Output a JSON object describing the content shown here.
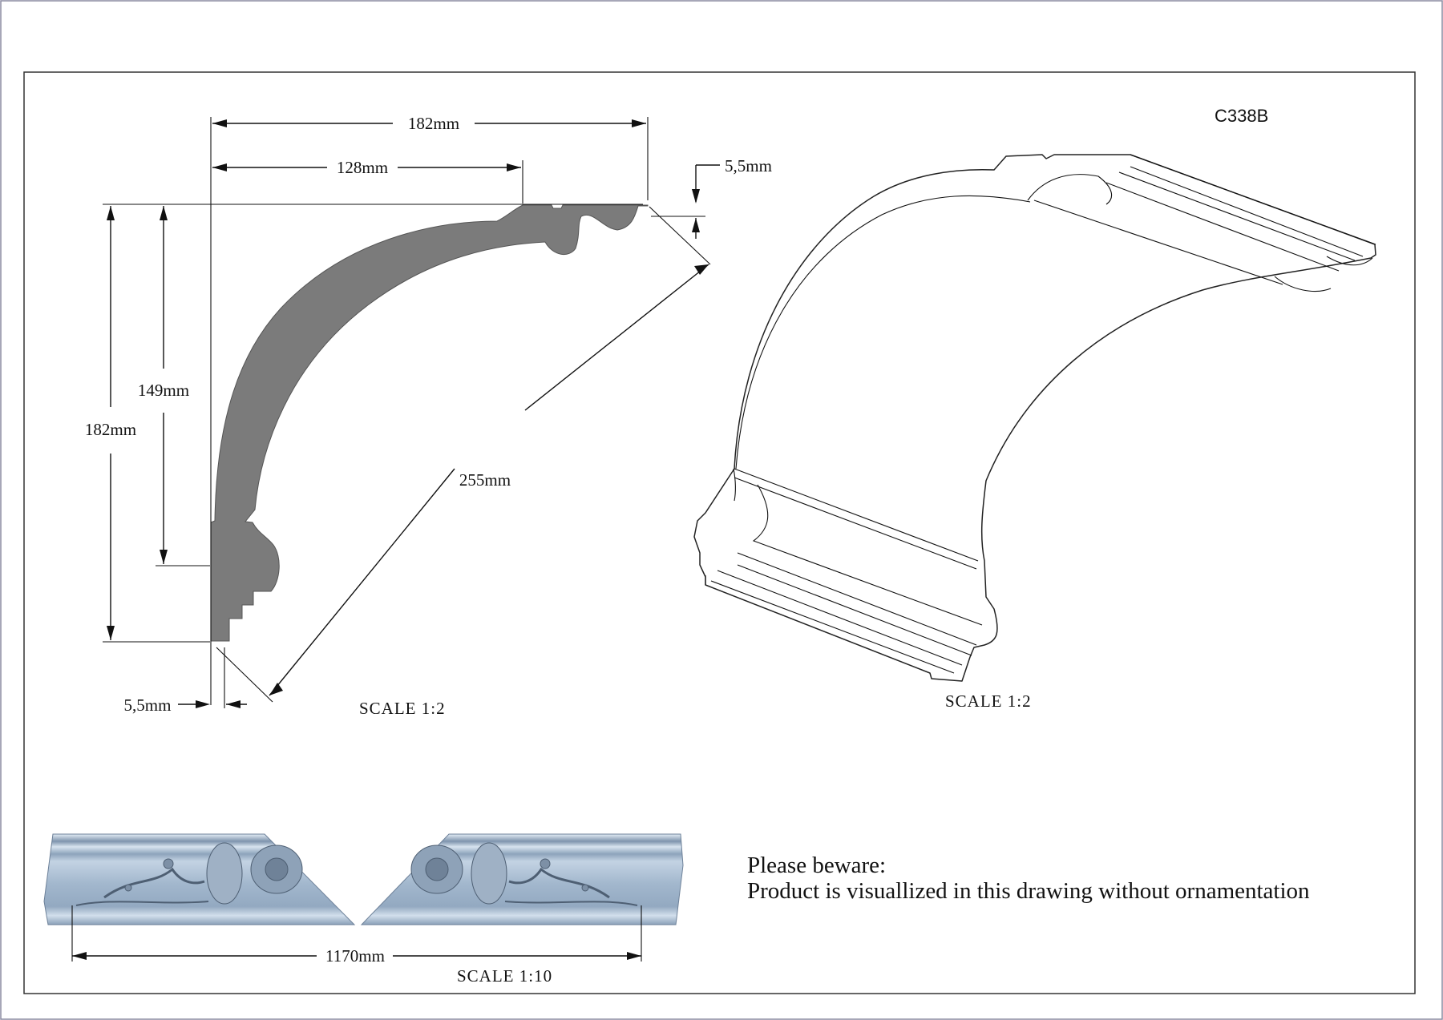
{
  "drawing": {
    "code": "C338B",
    "section": {
      "dims": {
        "top_width": "182mm",
        "top_partial": "128mm",
        "top_right_step": "5,5mm",
        "left_height": "182mm",
        "left_inner_height": "149mm",
        "diagonal": "255mm",
        "bottom_left_step": "5,5mm"
      },
      "scale": "SCALE  1:2"
    },
    "isometric": {
      "scale": "SCALE  1:2"
    },
    "sample": {
      "length": "1170mm",
      "scale": "SCALE  1:10"
    },
    "note": {
      "line1": "Please beware:",
      "line2": "Product is visuallized in this drawing without ornamentation"
    },
    "colors": {
      "profile_fill": "#7b7b7b",
      "ornament": "#a9bdd4",
      "frame": "#333333"
    }
  }
}
